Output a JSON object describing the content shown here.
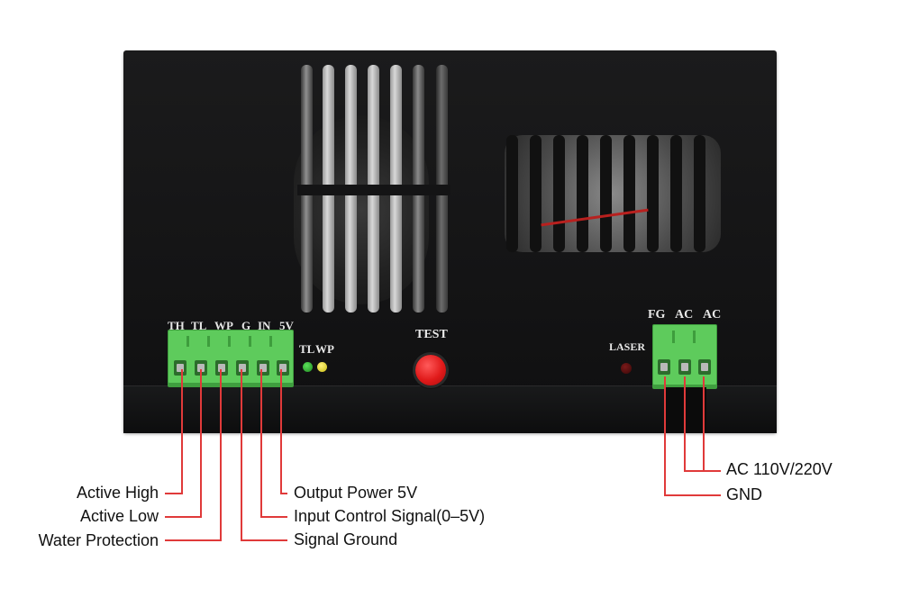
{
  "panel": {
    "signal_pins": [
      "TH",
      "TL",
      "WP",
      "G",
      "IN",
      "5V"
    ],
    "indicators": {
      "tl": "TL",
      "wp": "WP"
    },
    "test_label": "TEST",
    "laser_label": "LASER",
    "power_pins": [
      "FG",
      "AC",
      "AC"
    ]
  },
  "callouts": {
    "active_high": "Active High",
    "active_low": "Active Low",
    "water_protection": "Water Protection",
    "output_power": "Output Power 5V",
    "input_control": "Input Control Signal(0–5V)",
    "signal_ground": "Signal Ground",
    "ac_input": "AC 110V/220V",
    "gnd": "GND"
  },
  "colors": {
    "terminal_green": "#5ecb5c",
    "callout_line": "#e03a3a",
    "test_button": "#e01a1a",
    "led_tl": "#2e9e2e",
    "led_wp": "#d9d21c",
    "led_laser": "#5a1010"
  }
}
